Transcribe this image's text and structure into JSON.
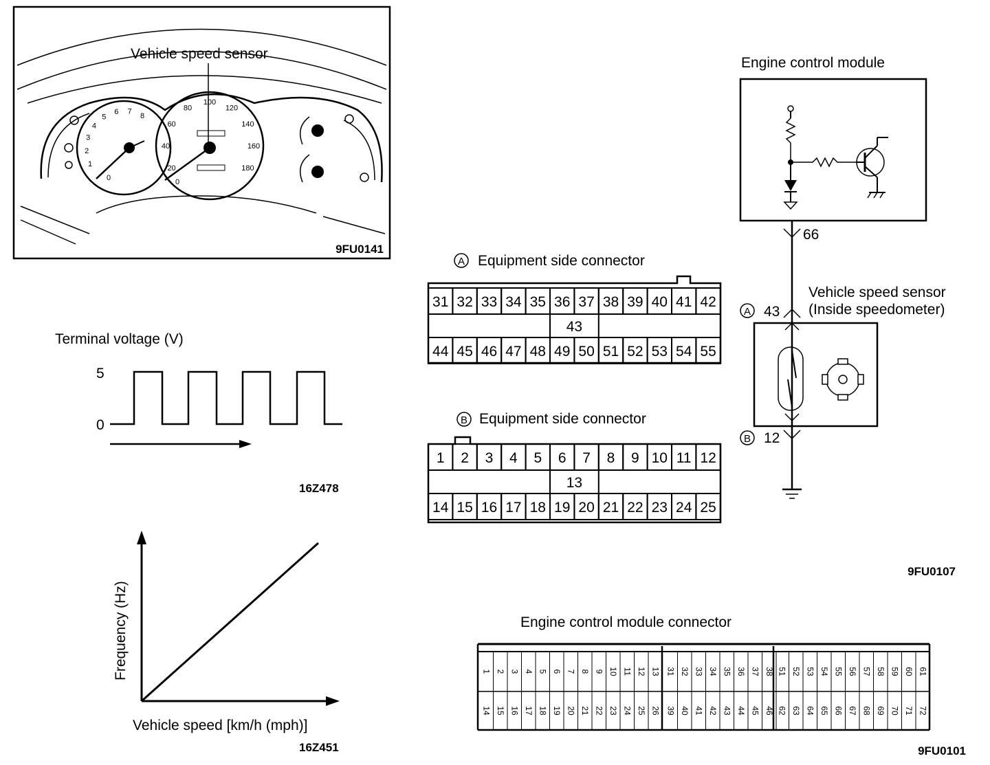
{
  "cluster": {
    "label": "Vehicle speed sensor",
    "code": "9FU0141",
    "speedo_ticks": [
      "20",
      "40",
      "60",
      "80",
      "100",
      "120",
      "140",
      "160",
      "180"
    ],
    "speedo_zero": "0",
    "tacho_ticks": [
      "1",
      "2",
      "3",
      "4",
      "5",
      "6",
      "7",
      "8"
    ],
    "tacho_zero": "0"
  },
  "voltage_chart": {
    "title": "Terminal voltage (V)",
    "y_high": "5",
    "y_low": "0",
    "code": "16Z478"
  },
  "freq_chart": {
    "ylabel": "Frequency (Hz)",
    "xlabel": "Vehicle speed [km/h (mph)]",
    "code": "16Z451"
  },
  "connector_a": {
    "marker": "A",
    "title": "Equipment side connector",
    "top_pins": [
      "31",
      "32",
      "33",
      "34",
      "35",
      "36",
      "37",
      "38",
      "39",
      "40",
      "41",
      "42"
    ],
    "mid_pin": "43",
    "bottom_pins": [
      "44",
      "45",
      "46",
      "47",
      "48",
      "49",
      "50",
      "51",
      "52",
      "53",
      "54",
      "55"
    ]
  },
  "connector_b": {
    "marker": "B",
    "title": "Equipment side connector",
    "top_pins": [
      "1",
      "2",
      "3",
      "4",
      "5",
      "6",
      "7",
      "8",
      "9",
      "10",
      "11",
      "12"
    ],
    "mid_pin": "13",
    "bottom_pins": [
      "14",
      "15",
      "16",
      "17",
      "18",
      "19",
      "20",
      "21",
      "22",
      "23",
      "24",
      "25"
    ]
  },
  "circuit": {
    "ecm_title": "Engine control module",
    "ecm_terminal": "66",
    "sensor_title_line1": "Vehicle speed sensor",
    "sensor_title_line2": "(Inside speedometer)",
    "marker_a": "A",
    "terminal_a": "43",
    "marker_b": "B",
    "terminal_b": "12",
    "code": "9FU0107"
  },
  "ecm_connector": {
    "title": "Engine control module connector",
    "code": "9FU0101",
    "group1_top": [
      "1",
      "2",
      "3",
      "4",
      "5",
      "6",
      "7",
      "8",
      "9",
      "10",
      "11",
      "12",
      "13"
    ],
    "group1_bottom": [
      "14",
      "15",
      "16",
      "17",
      "18",
      "19",
      "20",
      "21",
      "22",
      "23",
      "24",
      "25",
      "26"
    ],
    "group2_top": [
      "31",
      "32",
      "33",
      "34",
      "35",
      "36",
      "37",
      "38"
    ],
    "group2_bottom": [
      "39",
      "40",
      "41",
      "42",
      "43",
      "44",
      "45",
      "46"
    ],
    "group3_top": [
      "51",
      "52",
      "53",
      "54",
      "55",
      "56",
      "57",
      "58",
      "59",
      "60",
      "61"
    ],
    "group3_bottom": [
      "62",
      "63",
      "64",
      "65",
      "66",
      "67",
      "68",
      "69",
      "70",
      "71",
      "72"
    ]
  }
}
